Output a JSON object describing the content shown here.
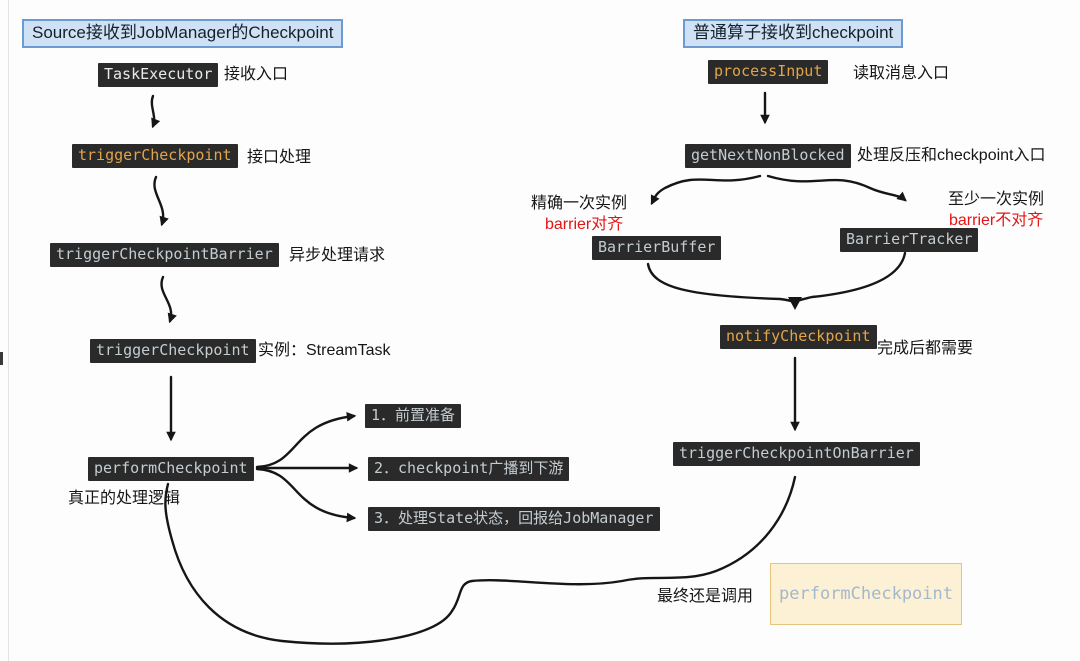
{
  "diagram": {
    "left": {
      "title": "Source接收到JobManager的Checkpoint",
      "task_executor": {
        "code": "TaskExecutor",
        "note": "接收入口"
      },
      "trigger_checkpoint": {
        "code": "triggerCheckpoint",
        "note": "接口处理"
      },
      "trigger_checkpoint_barrier": {
        "code": "triggerCheckpointBarrier",
        "note": "异步处理请求"
      },
      "trigger_checkpoint_stream_task": {
        "code": "triggerCheckpoint",
        "note": "实例：StreamTask"
      },
      "perform_checkpoint": {
        "code": "performCheckpoint",
        "note": "真正的处理逻辑"
      },
      "substeps": [
        "1．前置准备",
        "2．checkpoint广播到下游",
        "3．处理State状态，回报给JobManager"
      ]
    },
    "right": {
      "title": "普通算子接收到checkpoint",
      "process_input": {
        "code": "processInput",
        "note": "读取消息入口"
      },
      "get_next_non_blocked": {
        "code": "getNextNonBlocked",
        "note": "处理反压和checkpoint入口"
      },
      "exactly_once": {
        "label": "精确一次实例",
        "barrier_label": "barrier对齐",
        "code": "BarrierBuffer"
      },
      "at_least_once": {
        "label": "至少一次实例",
        "barrier_label": "barrier不对齐",
        "code": "BarrierTracker"
      },
      "notify_checkpoint": {
        "code": "notifyCheckpoint",
        "note": "完成后都需要"
      },
      "trigger_checkpoint_on_barrier": {
        "code": "triggerCheckpointOnBarrier"
      },
      "final_call": {
        "note": "最终还是调用",
        "code": "performCheckpoint"
      }
    },
    "colors": {
      "code_box_bg": "#2a2a2a",
      "code_text_gray": "#c3ccd1",
      "code_text_white": "#e8ebec",
      "code_text_orange": "#e2a449",
      "title_bg": "#cfe1f5",
      "title_border": "#6b9bd2",
      "red_text": "#e41414",
      "final_box_bg": "#fcf1d4",
      "final_box_border": "#e7c47e",
      "final_box_text": "#a3b8cc",
      "arrow": "#161616"
    }
  }
}
